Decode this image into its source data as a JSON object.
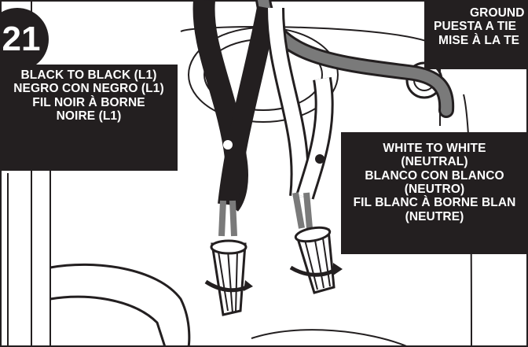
{
  "step_number": "21",
  "labels": {
    "black": [
      "BLACK TO BLACK (L1)",
      "NEGRO CON NEGRO (L1)",
      "FIL NOIR À BORNE",
      "NOIRE (L1)"
    ],
    "ground": [
      "GROUND",
      "PUESTA A TIE",
      "MISE À LA TE"
    ],
    "white": [
      "WHITE TO WHITE",
      "(NEUTRAL)",
      "BLANCO CON BLANCO",
      "(NEUTRO)",
      "FIL BLANC À BORNE BLAN",
      "(NEUTRE)"
    ]
  },
  "colors": {
    "label_background": "#231f20",
    "label_text": "#ffffff",
    "line": "#231f20",
    "ground_wire": "#7a7a7a",
    "wire_nut": "#ffffff"
  }
}
